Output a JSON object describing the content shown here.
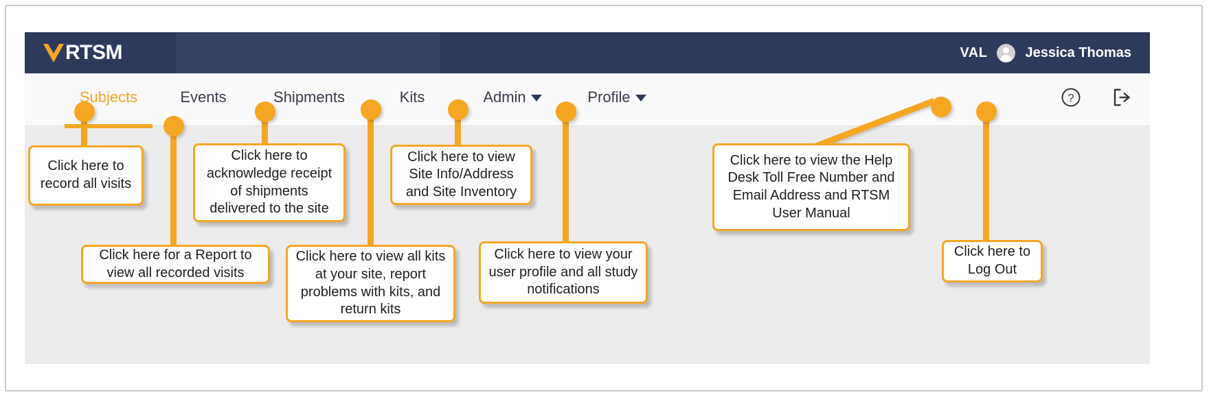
{
  "app": {
    "logo_text": "RTSM",
    "logo_mark": "veeva-triangle-logo",
    "environment_badge": "VAL",
    "user_name": "Jessica Thomas"
  },
  "nav": {
    "items": [
      {
        "label": "Subjects",
        "active": true,
        "has_caret": false
      },
      {
        "label": "Events",
        "active": false,
        "has_caret": false
      },
      {
        "label": "Shipments",
        "active": false,
        "has_caret": false
      },
      {
        "label": "Kits",
        "active": false,
        "has_caret": false
      },
      {
        "label": "Admin",
        "active": false,
        "has_caret": true
      },
      {
        "label": "Profile",
        "active": false,
        "has_caret": true
      }
    ],
    "icons": [
      {
        "name": "help-icon",
        "glyph": "?"
      },
      {
        "name": "logout-icon",
        "glyph": "exit-arrow"
      }
    ]
  },
  "callouts": [
    {
      "id": "subjects",
      "target": "Subjects",
      "text": "Click here to record all visits"
    },
    {
      "id": "events",
      "target": "Events",
      "text": "Click here for a Report to view all recorded visits"
    },
    {
      "id": "shipments",
      "target": "Shipments",
      "text": "Click here to acknowledge receipt of shipments delivered to the site"
    },
    {
      "id": "kits",
      "target": "Kits",
      "text": "Click here to view all kits at your site, report problems with kits, and return kits"
    },
    {
      "id": "admin",
      "target": "Admin",
      "text": "Click here to view Site Info/Address and Site Inventory"
    },
    {
      "id": "profile",
      "target": "Profile",
      "text": "Click here to view your user profile and all study notifications"
    },
    {
      "id": "help",
      "target": "help-icon",
      "text": "Click here to view the Help Desk Toll Free Number and Email Address and RTSM User Manual"
    },
    {
      "id": "logout",
      "target": "logout-icon",
      "text": "Click here to Log Out"
    }
  ],
  "colors": {
    "brand_navy": "#2e3a5c",
    "brand_orange": "#f5a623",
    "canvas_grey": "#ececec",
    "navbar_bg": "#fafafa"
  }
}
